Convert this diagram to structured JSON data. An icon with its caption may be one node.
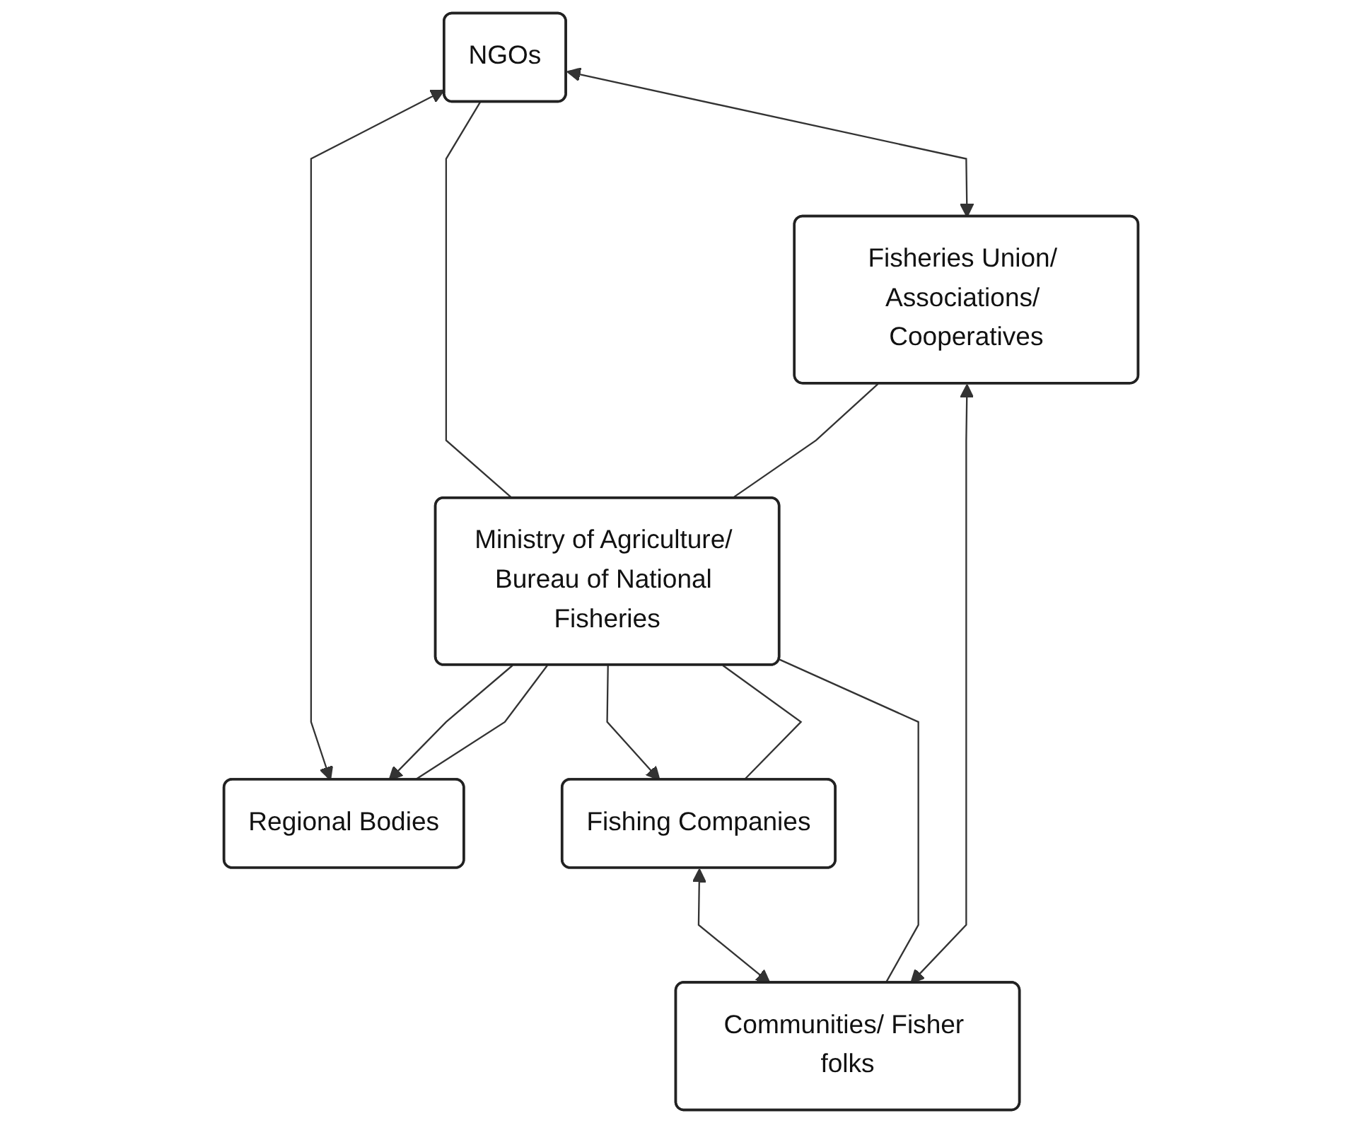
{
  "diagram": {
    "nodes": [
      {
        "text": [
          "Fisheries Union/ Associations/ Cooperatives"
        ]
      },
      {
        "text": [
          "NGOs"
        ]
      },
      {
        "text": [
          "Ministry of Agriculture/ Bureau of National Fisheries"
        ]
      },
      {
        "text": [
          "Communities/ Fisher folks"
        ]
      },
      {
        "text": [
          "Regional Bodies"
        ]
      },
      {
        "text": [
          "Fishing Companies"
        ]
      }
    ],
    "edges": [
      {
        "from": 1,
        "to": 0,
        "arrow": "both"
      },
      {
        "from": 0,
        "to": 3,
        "arrow": "both"
      },
      {
        "from": 0,
        "to": 2,
        "arrow": "none"
      },
      {
        "from": 1,
        "to": 2,
        "arrow": "none"
      },
      {
        "from": 2,
        "to": 3,
        "arrow": "none"
      },
      {
        "from": 2,
        "to": 4,
        "arrow": "none"
      },
      {
        "from": 2,
        "to": 5,
        "arrow": "none"
      },
      {
        "from": 2,
        "to": 4,
        "arrow": "to"
      },
      {
        "from": 2,
        "to": 5,
        "arrow": "to"
      },
      {
        "from": 1,
        "to": 4,
        "arrow": "both"
      },
      {
        "from": 5,
        "to": 3,
        "arrow": "both"
      }
    ]
  }
}
